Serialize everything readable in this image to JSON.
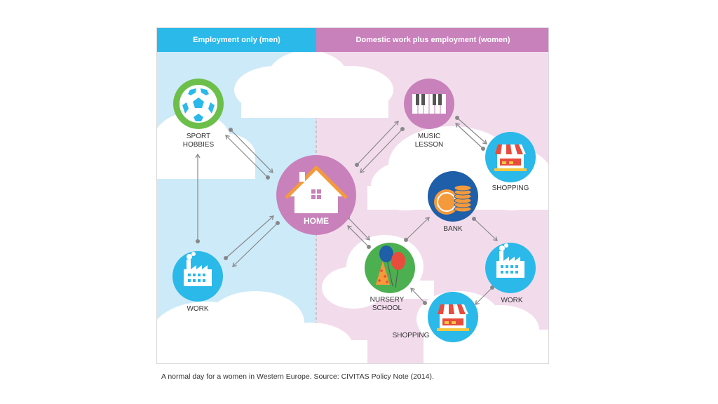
{
  "headers": {
    "left": "Employment only (men)",
    "right": "Domestic work plus employment (women)"
  },
  "nodes": {
    "sport": {
      "label_line1": "SPORT",
      "label_line2": "HOBBIES",
      "icon": "soccer-ball-icon"
    },
    "work_men": {
      "label": "WORK",
      "icon": "factory-icon"
    },
    "home": {
      "label": "HOME",
      "icon": "house-icon"
    },
    "music": {
      "label_line1": "MUSIC",
      "label_line2": "LESSON",
      "icon": "piano-keys-icon"
    },
    "shopping_top": {
      "label": "SHOPPING",
      "icon": "shop-icon"
    },
    "bank": {
      "label": "BANK",
      "icon": "coins-icon"
    },
    "nursery": {
      "label_line1": "NURSERY",
      "label_line2": "SCHOOL",
      "icon": "balloons-icon"
    },
    "work_women": {
      "label": "WORK",
      "icon": "factory-icon"
    },
    "shopping_bottom": {
      "label": "SHOPPING",
      "icon": "shop-icon"
    }
  },
  "colors": {
    "men_header": "#2bb9ea",
    "women_header": "#c981bb",
    "men_background": "#cdeaf8",
    "women_background": "#f2dcec",
    "home": "#c981bb",
    "sport_ring": "#6cbf4a",
    "blue_node": "#2bb9ea",
    "bank_ring": "#1f5ea8",
    "nursery_ring": "#4caf50",
    "arrow": "#888888"
  },
  "caption": "A normal day for a women in Western Europe. Source: CIVITAS Policy Note (2014)."
}
